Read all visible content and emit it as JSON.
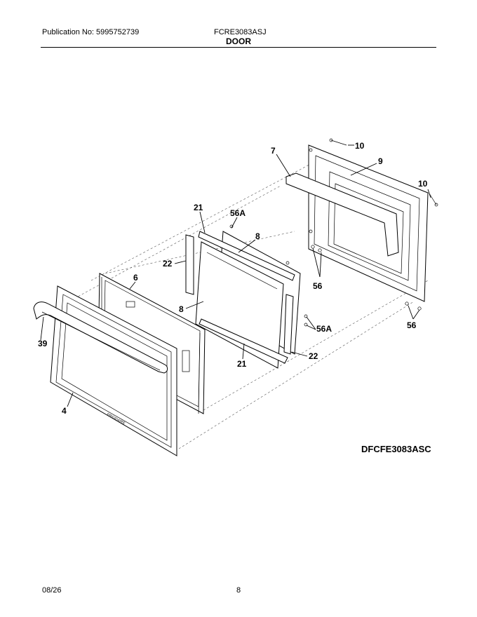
{
  "header": {
    "publication": "Publication No: 5995752739",
    "model": "FCRE3083ASJ",
    "section": "DOOR"
  },
  "diagram": {
    "code": "DFCFE3083ASC",
    "brand_mark": "FRIGIDAIRE",
    "callouts": {
      "c10a": "10",
      "c9": "9",
      "c7": "7",
      "c10b": "10",
      "c21a": "21",
      "c56Aa": "56A",
      "c8a": "8",
      "c22a": "22",
      "c6": "6",
      "c56a": "56",
      "c8b": "8",
      "c56Ab": "56A",
      "c39": "39",
      "c22b": "22",
      "c21b": "21",
      "c56b": "56",
      "c4": "4"
    }
  },
  "footer": {
    "date": "08/26",
    "page": "8"
  }
}
